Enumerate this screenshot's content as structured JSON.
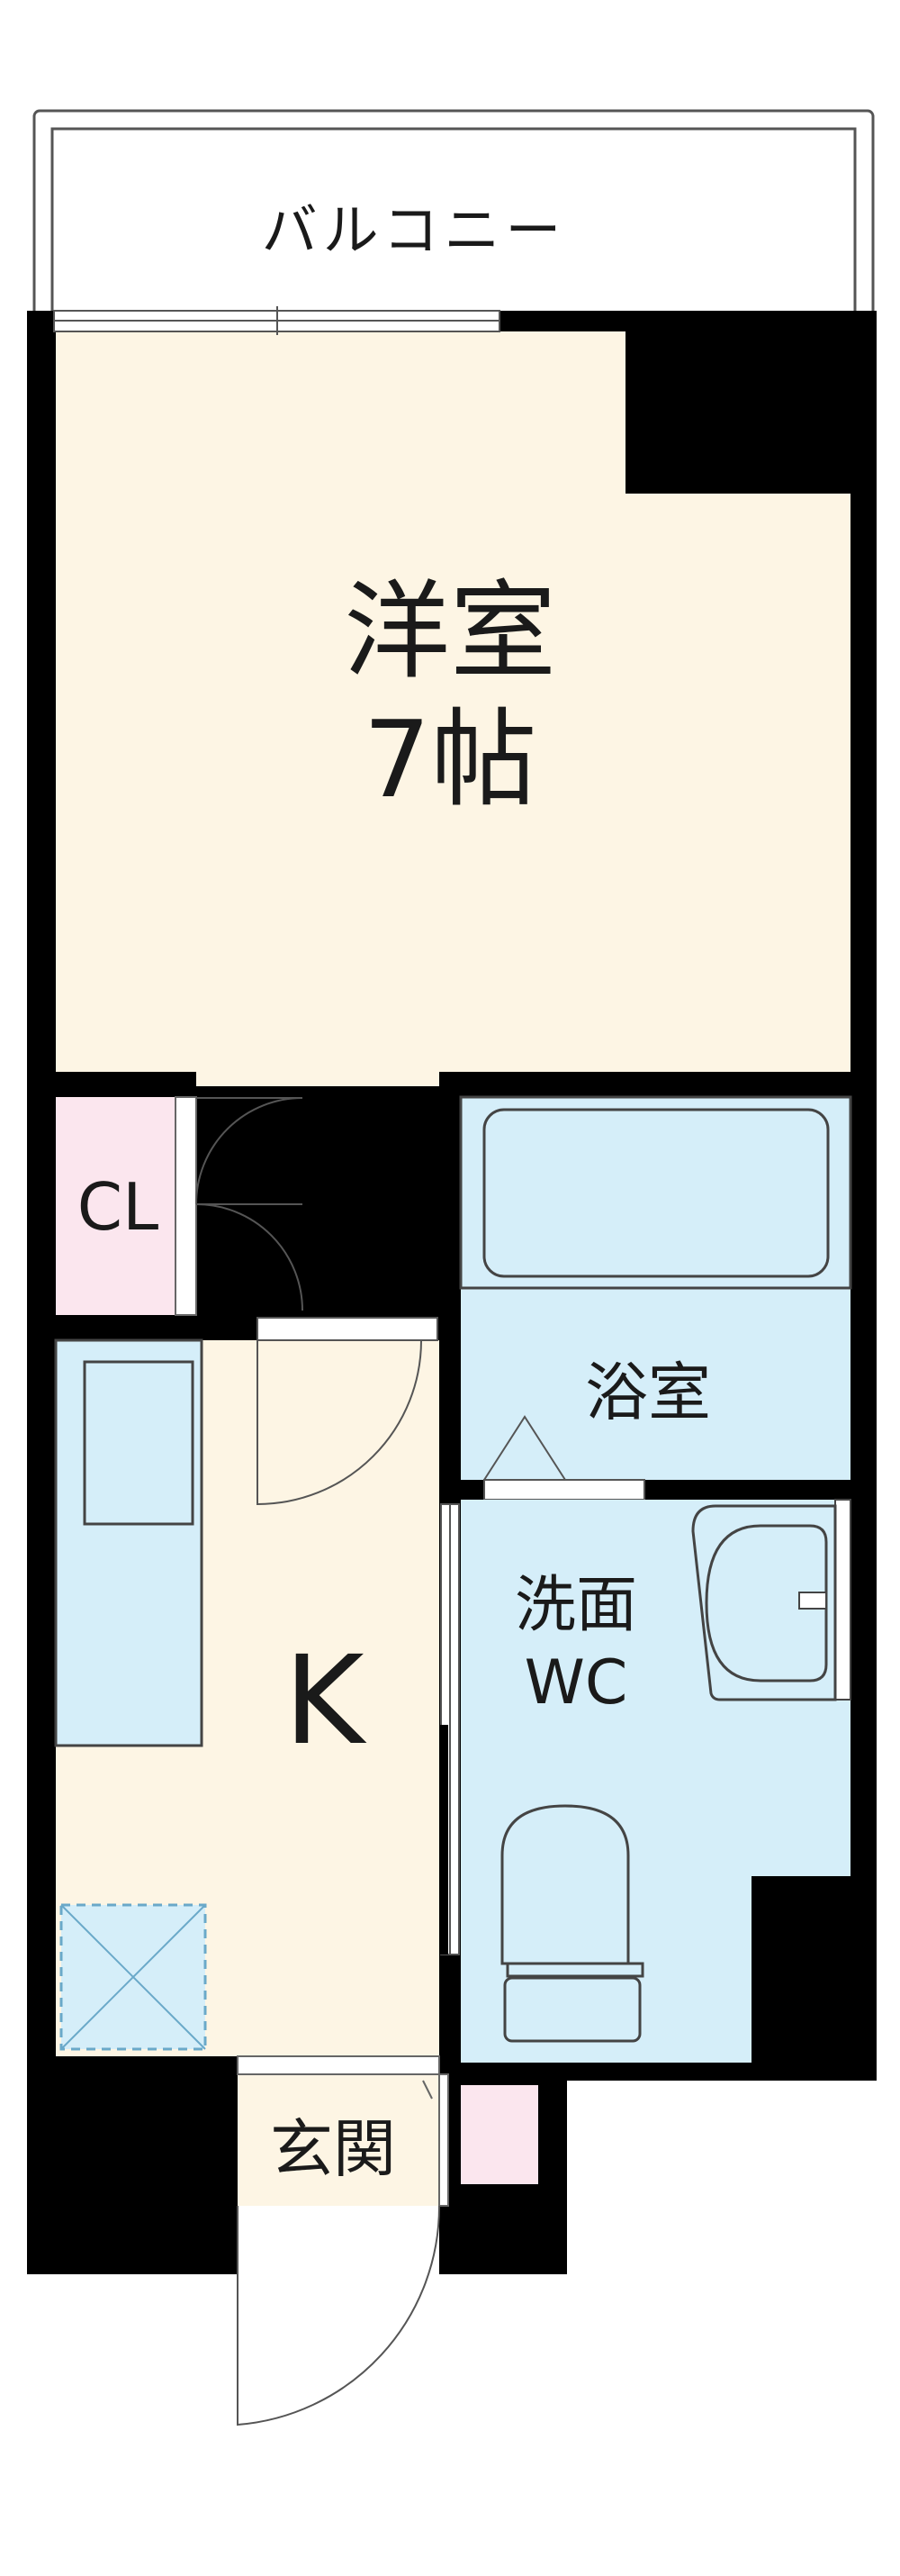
{
  "plan": {
    "balcony_label": "バルコニー",
    "western_room_label": "洋室",
    "western_room_size": "7帖",
    "closet_label": "CL",
    "bathroom_label": "浴室",
    "washroom_label": "洗面",
    "toilet_label": "WC",
    "kitchen_label": "K",
    "entrance_label": "玄関"
  },
  "colors": {
    "wall": "#000000",
    "room_floor": "#fdf5e4",
    "wet_area": "#d5eef9",
    "closet": "#fbe6ee",
    "fixture_stroke": "#444444",
    "dashed_stroke": "#6aa9c9"
  }
}
